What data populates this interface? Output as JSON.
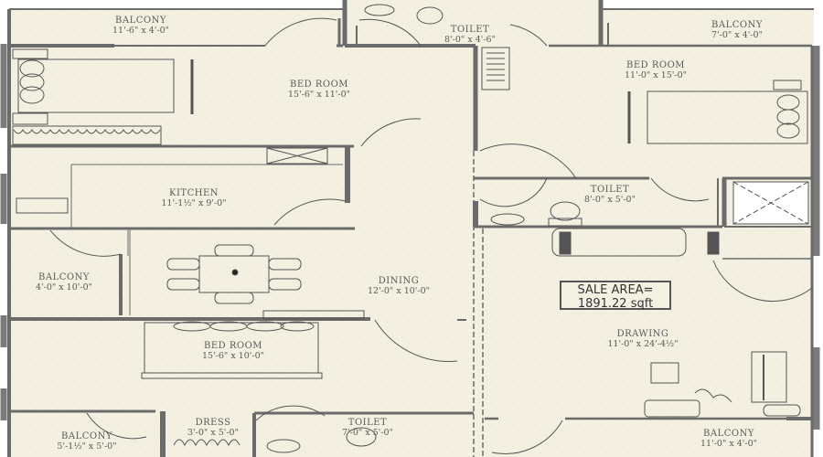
{
  "plan": {
    "type": "apartment floor plan",
    "background_color": "#f3f0e1",
    "wall_color": "#6b6b6b",
    "sale_area": {
      "line1": "SALE AREA=",
      "line2": "1891.22 sqft"
    },
    "rooms": [
      {
        "id": "balcony-top-left",
        "name": "BALCONY",
        "size": "11'-6\" x 4'-0\""
      },
      {
        "id": "toilet-top",
        "name": "TOILET",
        "size": "8'-0\" x 4'-6\""
      },
      {
        "id": "balcony-top-right",
        "name": "BALCONY",
        "size": "7'-0\" x 4'-0\""
      },
      {
        "id": "bedroom-top-left",
        "name": "BED ROOM",
        "size": "15'-6\" x 11'-0\""
      },
      {
        "id": "bedroom-top-right",
        "name": "BED ROOM",
        "size": "11'-0\" x 15'-0\""
      },
      {
        "id": "kitchen",
        "name": "KITCHEN",
        "size": "11'-1½\" x 9'-0\""
      },
      {
        "id": "toilet-mid",
        "name": "TOILET",
        "size": "8'-0\" x 5'-0\""
      },
      {
        "id": "balcony-left",
        "name": "BALCONY",
        "size": "4'-0\" x 10'-0\""
      },
      {
        "id": "dining",
        "name": "DINING",
        "size": "12'-0\" x 10'-0\""
      },
      {
        "id": "drawing",
        "name": "DRAWING",
        "size": "11'-0\" x 24'-4½\""
      },
      {
        "id": "bedroom-bottom",
        "name": "BED ROOM",
        "size": "15'-6\" x 10'-0\""
      },
      {
        "id": "balcony-bottom-left",
        "name": "BALCONY",
        "size": "5'-1½\" x 5'-0\""
      },
      {
        "id": "dress",
        "name": "DRESS",
        "size": "3'-0\" x 5'-0\""
      },
      {
        "id": "toilet-bottom",
        "name": "TOILET",
        "size": "7'-0\" x 5'-0\""
      },
      {
        "id": "balcony-bottom-right",
        "name": "BALCONY",
        "size": "11'-0\" x 4'-0\""
      }
    ]
  }
}
